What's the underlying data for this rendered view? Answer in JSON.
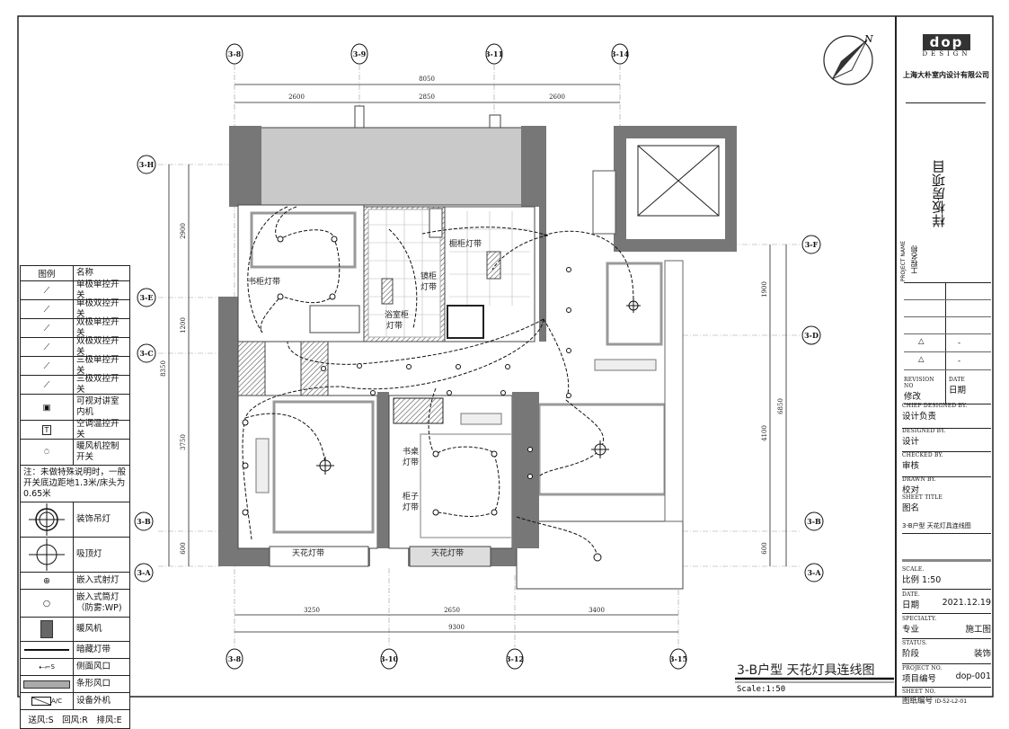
{
  "grid": {
    "top": [
      "3-8",
      "3-9",
      "3-11",
      "3-14"
    ],
    "bottom": [
      "3-8",
      "3-10",
      "3-12",
      "3-15"
    ],
    "left": [
      "3-H",
      "3-E",
      "3-C",
      "3-B",
      "3-A"
    ],
    "right": [
      "3-F",
      "3-D",
      "3-B",
      "3-A"
    ]
  },
  "dims": {
    "top_total": "8050",
    "top": [
      "2600",
      "2850",
      "2600"
    ],
    "bottom": [
      "3250",
      "2650",
      "3400"
    ],
    "bottom_total": "9300",
    "left": [
      "2900",
      "1200",
      "3750",
      "600"
    ],
    "left_total": "8350",
    "right": [
      "1900",
      "4100",
      "600"
    ],
    "right_total": "6850"
  },
  "compass": {
    "north": "N"
  },
  "rooms": {
    "study_strip": "书柜灯带",
    "bath_cabinet": [
      "浴室柜",
      "灯带"
    ],
    "mirror_cabinet": [
      "镜柜",
      "灯带"
    ],
    "kitchen_cabinet": "橱柜灯带",
    "desk": [
      "书桌",
      "灯带"
    ],
    "closet": [
      "柜子",
      "灯带"
    ],
    "ceiling_strip_1": "天花灯带",
    "ceiling_strip_2": "天花灯带"
  },
  "drawing_title": "3-B户型 天花灯具连线图",
  "drawing_scale": "Scale:1:50",
  "legend": {
    "header": {
      "symbol": "图例",
      "name": "名称"
    },
    "items_top": [
      "单极单控开关",
      "单极双控开关",
      "双极单控开关",
      "双极双控开关",
      "三极单控开关",
      "三极双控开关",
      "可视对讲室内机",
      "空调温控开关",
      "暖风机控制开关"
    ],
    "note": "注：未做特殊说明时，一般开关底边距地1.3米/床头为0.65米",
    "items_bottom": [
      "装饰吊灯",
      "吸顶灯",
      "嵌入式射灯",
      "嵌入式筒灯（防雾:WP)",
      "暖风机",
      "暗藏灯带",
      "侧面风口",
      "条形风口",
      "设备外机"
    ],
    "ac_label": "A/C",
    "vent_s": "S",
    "footer": "送风:S　回风:R　排风:E"
  },
  "title_block": {
    "logo_text": "dop",
    "logo_sub": "DESIGN",
    "company": "上海大朴室内设计有限公司",
    "project": "样板房项目",
    "project_name_en": "PROJECT NAME",
    "project_name_cn": "工程名称",
    "revisions": [
      "-",
      "-"
    ],
    "revision_en": "REVISION NO",
    "revision_cn": "修改",
    "date_en": "DATE",
    "date_cn": "日期",
    "chief_en": "CHIEF DESIGNED BY.",
    "chief_cn": "设计负责",
    "designed_en": "DESIGNED BY.",
    "designed_cn": "设计",
    "checked_en": "CHECKED BY.",
    "checked_cn": "审核",
    "drawn_en": "DRAWN BY.",
    "drawn_cn": "校对",
    "sheet_title_en": "SHEET TITLE",
    "sheet_title_cn": "图名",
    "sheet_title": "3-B户型 天花灯具连线图",
    "scale_en": "SCALE.",
    "scale_cn": "比例 1:50",
    "date2_en": "DATE.",
    "date2_cn": "日期",
    "date_value": "2021.12.19",
    "specialty_en": "SPECIALTY.",
    "specialty_cn": "专业",
    "specialty_value": "施工图",
    "status_en": "STATUS.",
    "status_cn": "阶段",
    "status_value": "装饰",
    "project_no_en": "PROJECT NO.",
    "project_no_cn": "项目编号",
    "project_no": "dop-001",
    "sheet_no_en": "SHEET NO.",
    "sheet_no_cn": "图纸编号",
    "sheet_no": "ID-52-L2-01"
  }
}
